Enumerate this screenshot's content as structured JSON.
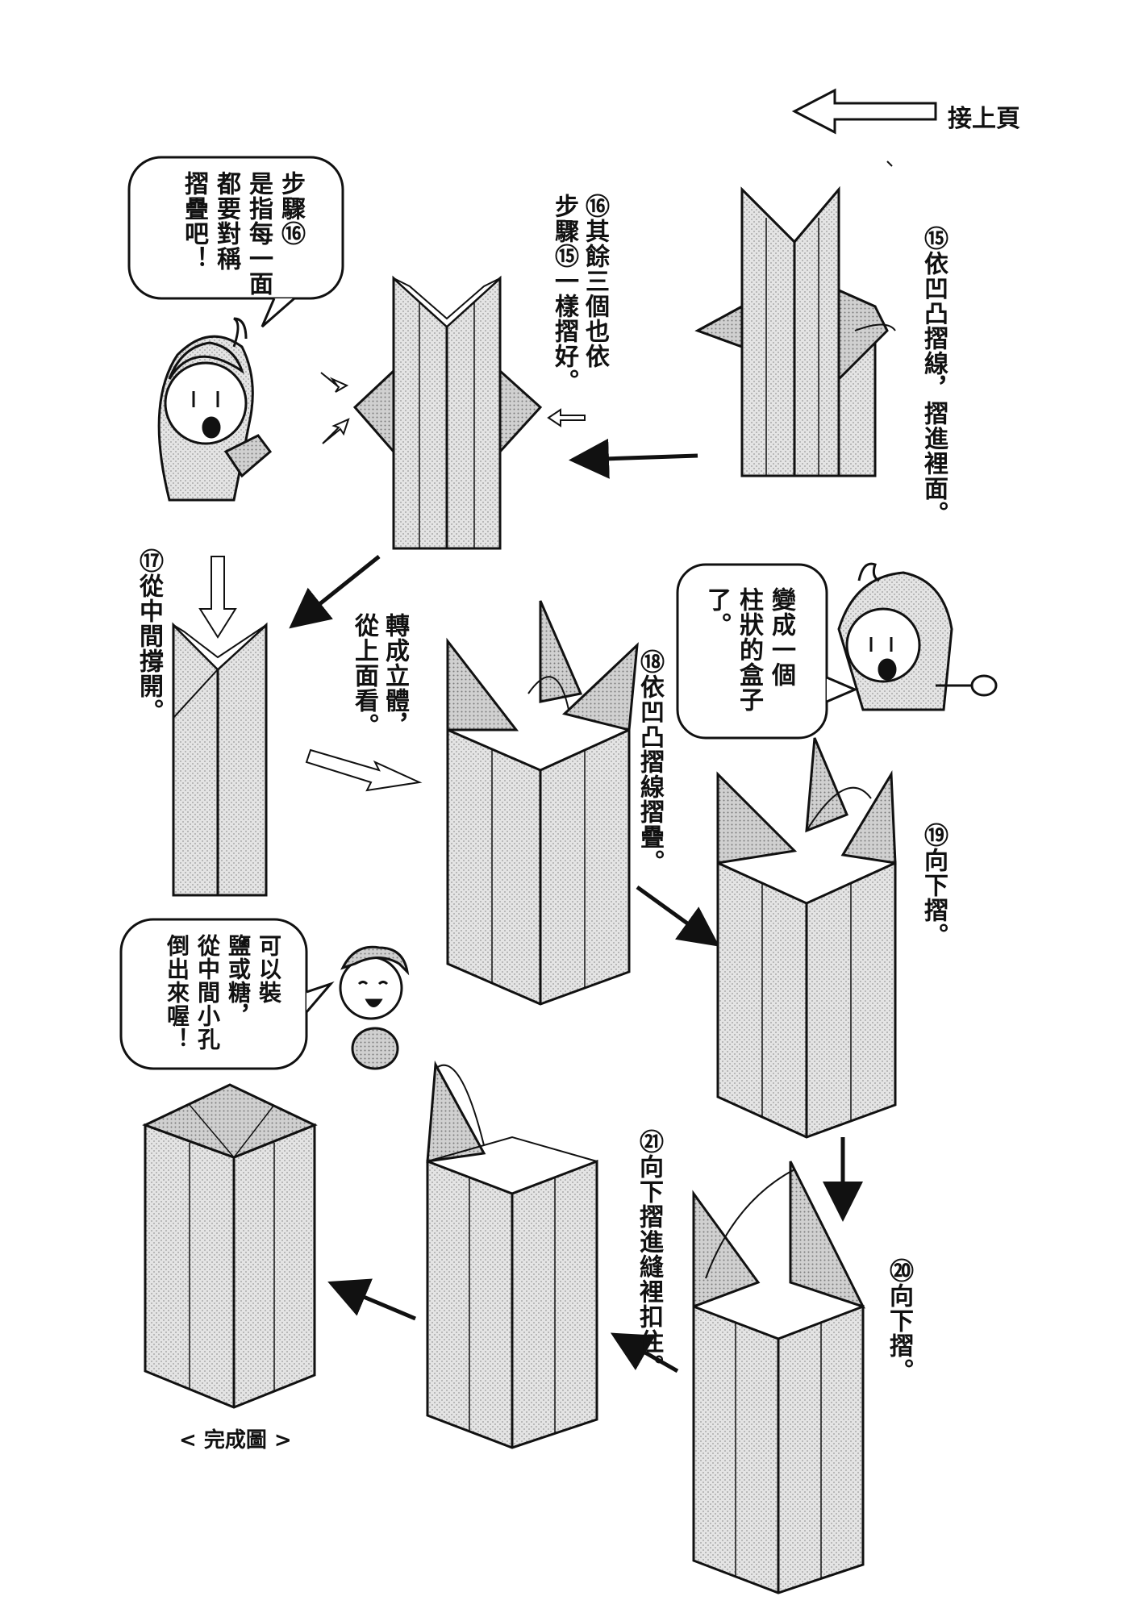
{
  "header": {
    "continue_label": "接上頁"
  },
  "steps": {
    "s15": "⑮依凹凸摺線，摺進裡面。",
    "s16": "⑯其餘三個也依\n步驟⑮一樣摺好。",
    "s17": "⑰從中間撐開。",
    "s17b": "轉成立體，\n從上面看。",
    "s18": "⑱依凹凸摺線摺疊。",
    "s19": "⑲向下摺。",
    "s20": "⑳向下摺。",
    "s21": "㉑向下摺進縫裡扣住。"
  },
  "bubbles": {
    "b1": "步驟⑯\n是指每一面\n都要對稱\n摺疊吧！",
    "b2": "變成一個\n柱狀的盒子\n了。",
    "b3": "可以裝\n鹽或糖，\n從中間小孔\n倒出來喔！"
  },
  "caption": "< 完成圖 >",
  "colors": {
    "ink": "#111111",
    "paper": "#d9d9d9",
    "paper_dark": "#bdbdbd"
  }
}
